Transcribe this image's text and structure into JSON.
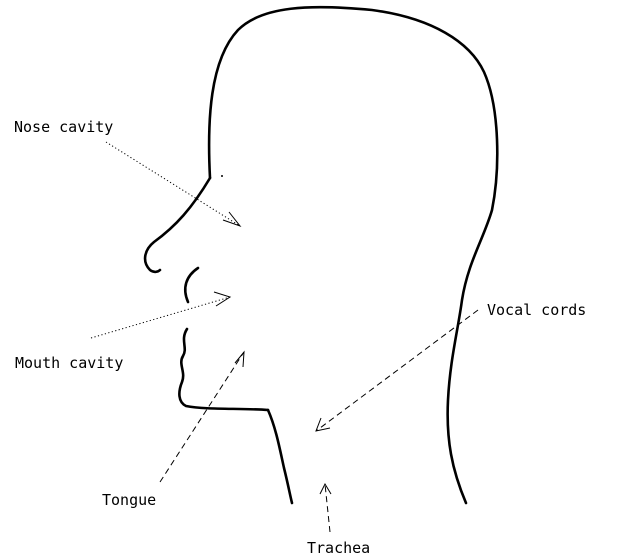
{
  "labels": {
    "nose_cavity": "Nose cavity",
    "mouth_cavity": "Mouth cavity",
    "tongue": "Tongue",
    "vocal_cords": "Vocal cords",
    "trachea": "Trachea"
  },
  "colors": {
    "background": "#ffffff",
    "ink": "#000000"
  }
}
